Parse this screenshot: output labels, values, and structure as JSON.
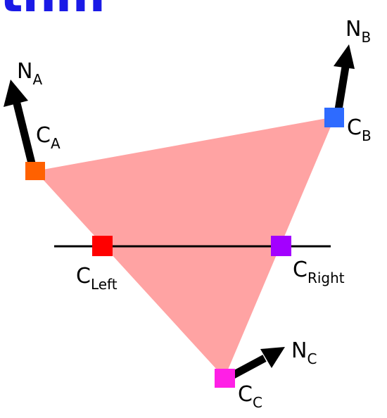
{
  "header": {
    "title_fragment": "thm"
  },
  "diagram": {
    "labels": {
      "na_main": "N",
      "na_sub": "A",
      "nb_main": "N",
      "nb_sub": "B",
      "nc_main": "N",
      "nc_sub": "C",
      "ca_main": "C",
      "ca_sub": "A",
      "cb_main": "C",
      "cb_sub": "B",
      "cc_main": "C",
      "cc_sub": "C",
      "cleft_main": "C",
      "cleft_sub": "Left",
      "cright_main": "C",
      "cright_sub": "Right"
    },
    "colors": {
      "triangle_fill": "#ffa3a3",
      "scanline": "#000000",
      "normal_arrow": "#000000",
      "marker_a": "#ff6100",
      "marker_b": "#2e6bff",
      "marker_c": "#ff1fe6",
      "marker_left": "#ff0000",
      "marker_right": "#a300ff"
    }
  }
}
